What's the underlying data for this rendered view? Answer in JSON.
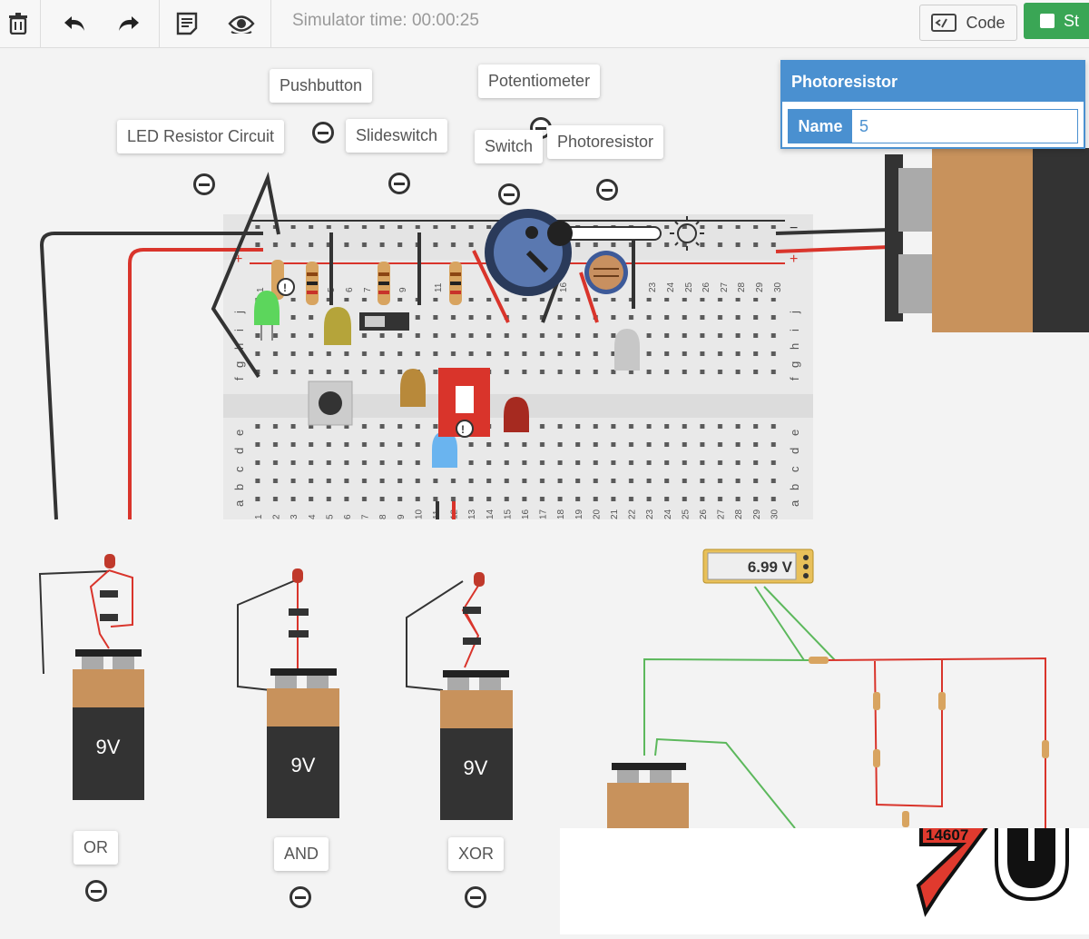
{
  "toolbar": {
    "icons": [
      "trash-icon",
      "undo-icon",
      "redo-icon",
      "notes-icon",
      "eye-icon"
    ],
    "sim_time": "Simulator time: 00:00:25",
    "code_label": "Code",
    "start_label": "St"
  },
  "components": {
    "led_resistor": "LED Resistor Circuit",
    "pushbutton": "Pushbutton",
    "slideswitch": "Slideswitch",
    "potentiometer": "Potentiometer",
    "switch": "Switch",
    "photoresistor": "Photoresistor"
  },
  "properties": {
    "title": "Photoresistor",
    "name_label": "Name",
    "name_value": "5"
  },
  "breadboard": {
    "row_letters_top": [
      "j",
      "i",
      "h",
      "g",
      "f"
    ],
    "row_letters_bottom": [
      "e",
      "d",
      "c",
      "b",
      "a"
    ],
    "col_numbers_top": [
      "1",
      "5",
      "6",
      "7",
      "9",
      "11",
      "16",
      "23",
      "24",
      "25",
      "26",
      "27",
      "28",
      "29",
      "30"
    ],
    "col_numbers_bottom": [
      "1",
      "2",
      "3",
      "4",
      "5",
      "6",
      "7",
      "8",
      "9",
      "10",
      "11",
      "12",
      "13",
      "14",
      "15",
      "16",
      "17",
      "18",
      "19",
      "20",
      "21",
      "22",
      "23",
      "24",
      "25",
      "26",
      "27",
      "28",
      "29",
      "30"
    ],
    "plus": "+"
  },
  "logic_circuits": [
    {
      "label": "OR",
      "battery": "9V"
    },
    {
      "label": "AND",
      "battery": "9V"
    },
    {
      "label": "XOR",
      "battery": "9V"
    }
  ],
  "multimeter": {
    "reading": "6.99 V"
  },
  "logo": {
    "text": "14607"
  },
  "colors": {
    "accent": "#4a90d0",
    "start": "#3aa655",
    "wire_red": "#d9342b",
    "wire_green": "#5cb85c",
    "wire_black": "#333333"
  }
}
